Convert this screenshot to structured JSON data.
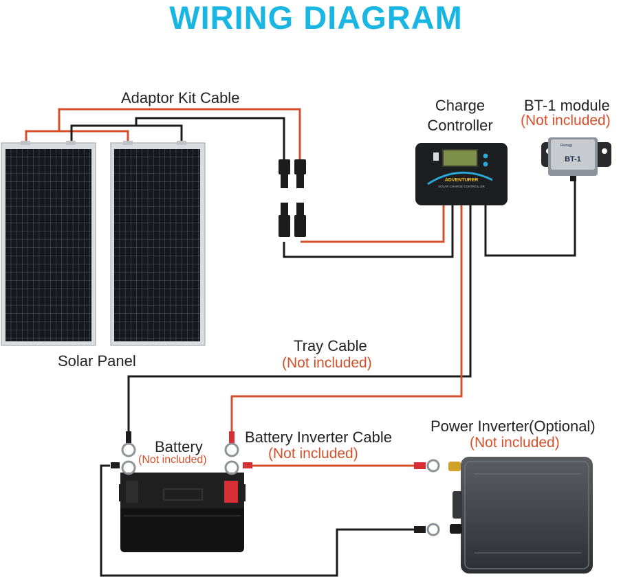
{
  "title": "WIRING DIAGRAM",
  "labels": {
    "adaptor_kit_cable": "Adaptor Kit Cable",
    "charge_controller": "Charge\nController",
    "bt1_module": "BT-1 module",
    "bt1_note": "(Not included)",
    "solar_panel": "Solar Panel",
    "tray_cable": "Tray Cable",
    "tray_note": "(Not included)",
    "battery": "Battery",
    "battery_note": "(Not included)",
    "battery_inverter_cable": "Battery Inverter Cable",
    "battery_inverter_note": "(Not included)",
    "power_inverter": "Power Inverter(Optional)",
    "power_inverter_note": "(Not included)"
  },
  "device_text": {
    "controller_brand": "ADVENTURER",
    "controller_sub": "SOLAR CHARGE CONTROLLER",
    "bt1_brand": "Renogy",
    "bt1_name": "BT-1"
  },
  "colors": {
    "title": "#1ab6e3",
    "note": "#d4502a",
    "positive_wire": "#d4502a",
    "negative_wire": "#1a1a1a"
  }
}
